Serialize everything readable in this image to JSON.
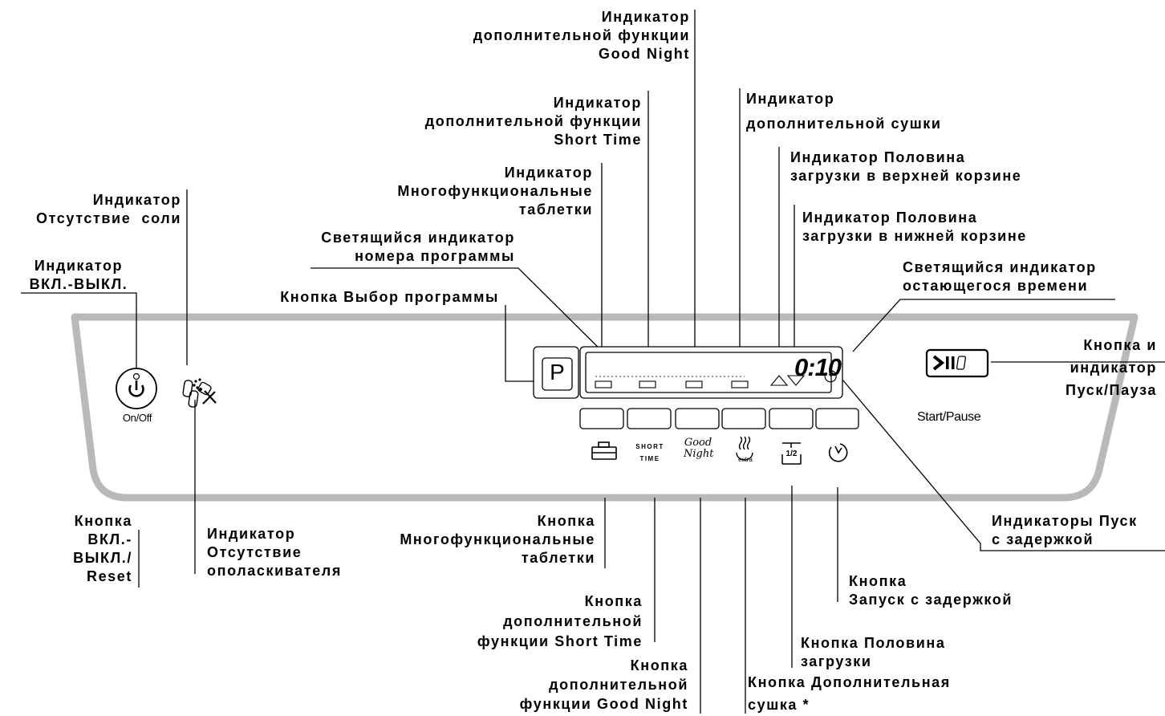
{
  "labels": {
    "good_night_indicator": [
      "Индикатор",
      "дополнительной функции",
      "Good Night"
    ],
    "short_time_indicator": [
      "Индикатор",
      "дополнительной функции",
      "Short Time"
    ],
    "extra_dry_indicator": [
      "Индикатор",
      "дополнительной сушки"
    ],
    "multi_tab_indicator": [
      "Индикатор",
      "Многофункциональные",
      "таблетки"
    ],
    "half_load_upper_indicator": [
      "Индикатор Половина",
      "загрузки в верхней корзине"
    ],
    "half_load_lower_indicator": [
      "Индикатор Половина",
      "загрузки в нижней корзине"
    ],
    "program_number_display": [
      "Светящийся индикатор",
      "номера программы"
    ],
    "remaining_time_display": [
      "Светящийся индикатор",
      "остающегося времени"
    ],
    "salt_indicator": [
      "Индикатор",
      "Отсутствие  соли"
    ],
    "on_off_indicator": [
      "Индикатор",
      "ВКЛ.-ВЫКЛ."
    ],
    "program_select_button": [
      "Кнопка Выбор программы"
    ],
    "start_pause_button": [
      "Кнопка и",
      "индикатор",
      "Пуск/Пауза"
    ],
    "delay_indicators": [
      "Индикаторы Пуск",
      "с задержкой"
    ],
    "on_off_button": [
      "Кнопка",
      "ВКЛ.-",
      "ВЫКЛ./",
      "Reset"
    ],
    "rinse_aid_indicator": [
      "Индикатор",
      "Отсутствие",
      "ополаскивателя"
    ],
    "multi_tab_button": [
      "Кнопка",
      "Многофункциональные",
      "таблетки"
    ],
    "delay_button": [
      "Кнопка",
      "Запуск с задержкой"
    ],
    "short_time_button": [
      "Кнопка",
      "дополнительной",
      "функции Short Time"
    ],
    "half_load_button": [
      "Кнопка Половина",
      "загрузки"
    ],
    "good_night_button": [
      "Кнопка",
      "дополнительной",
      "функции Good Night"
    ],
    "extra_dry_button": [
      "Кнопка Дополнительная",
      "сушка *"
    ]
  },
  "panel": {
    "on_off_caption": "On/Off",
    "program_button_label": "P",
    "display_time": "0:10",
    "start_pause_caption": "Start/Pause",
    "short_time_icon_text": [
      "SHORT",
      "TIME"
    ],
    "good_night_icon_text": [
      "Good",
      "Night"
    ],
    "extra_icon_text": "extra",
    "half_icon_text": "1/2"
  },
  "icons": [
    "power-icon",
    "salt-icon",
    "rinse-aid-icon",
    "multi-tab-icon",
    "short-time-icon",
    "good-night-icon",
    "extra-dry-icon",
    "half-load-icon",
    "delay-start-icon",
    "start-pause-icon"
  ],
  "colors": {
    "panel_outline": "#b9b9b9",
    "ink": "#000000"
  }
}
